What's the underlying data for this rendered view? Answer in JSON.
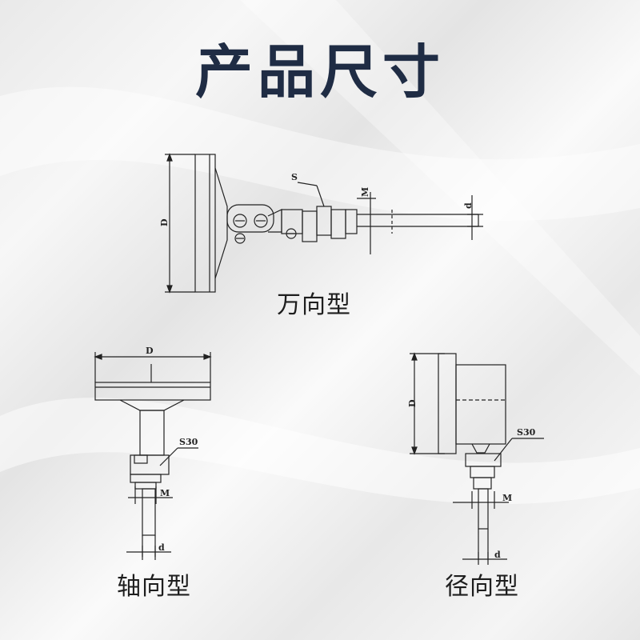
{
  "header": {
    "title": "产品尺寸"
  },
  "figures": {
    "universal": {
      "caption": "万向型",
      "labels": {
        "diameter": "D",
        "wrench": "S",
        "thread": "M",
        "stem": "d"
      }
    },
    "axial": {
      "caption": "轴向型",
      "labels": {
        "diameter": "D",
        "wrench": "S30",
        "thread": "M",
        "stem": "d"
      }
    },
    "radial": {
      "caption": "径向型",
      "labels": {
        "diameter": "D",
        "wrench": "S30",
        "thread": "M",
        "stem": "d"
      }
    }
  }
}
